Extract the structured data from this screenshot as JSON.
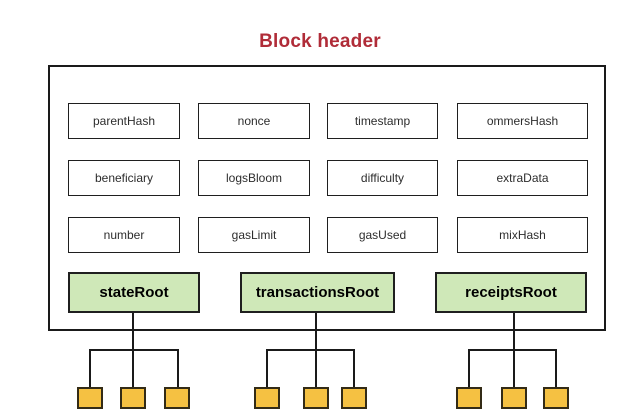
{
  "title": "Block header",
  "block_header": {
    "rows": [
      [
        "parentHash",
        "nonce",
        "timestamp",
        "ommersHash"
      ],
      [
        "beneficiary",
        "logsBloom",
        "difficulty",
        "extraData"
      ],
      [
        "number",
        "gasLimit",
        "gasUsed",
        "mixHash"
      ]
    ],
    "roots": [
      "stateRoot",
      "transactionsRoot",
      "receiptsRoot"
    ]
  },
  "trees": {
    "description": "each root box connects downward to three leaf squares",
    "roots_with_leaves": [
      {
        "root": "stateRoot",
        "leaf_count": 3
      },
      {
        "root": "transactionsRoot",
        "leaf_count": 3
      },
      {
        "root": "receiptsRoot",
        "leaf_count": 3
      }
    ]
  },
  "colors": {
    "title_text": "#b02c38",
    "line": "#1a1a1a",
    "field_fill": "#ffffff",
    "field_border": "#1f1f1f",
    "root_fill": "#cfe8b8",
    "root_border": "#1f1f1f",
    "leaf_fill": "#f5c142",
    "leaf_border": "#332b16",
    "background": "#ffffff"
  }
}
